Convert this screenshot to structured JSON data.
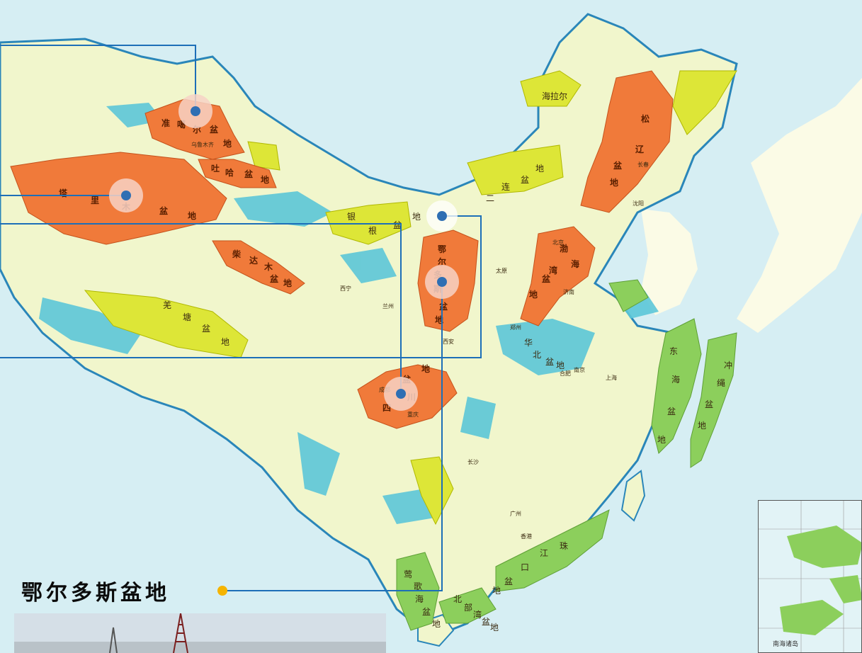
{
  "caption": "鄂尔多斯盆地",
  "colors": {
    "sea": "#d6eef3",
    "land": "#f1f6cc",
    "major_basin": "#f07a3a",
    "yellow_basin": "#dde637",
    "green_basin": "#8ccf5c",
    "cyan_unit": "#5cc7d8",
    "leader_line": "#1d6fb8",
    "marker": "#2f6fb3",
    "caption_dot": "#f5b400"
  },
  "basins": {
    "junggar": [
      "准",
      "噶",
      "尔",
      "盆",
      "地"
    ],
    "tarim": [
      "塔",
      "里",
      "木",
      "盆",
      "地"
    ],
    "ordos": [
      "鄂",
      "尔",
      "多",
      "斯",
      "盆",
      "地"
    ],
    "sichuan": [
      "四",
      "川",
      "盆",
      "地"
    ],
    "songliao": [
      "松",
      "辽",
      "盆",
      "地"
    ],
    "bohai_bay": [
      "渤",
      "海",
      "湾",
      "盆",
      "地"
    ],
    "qaidam": [
      "柴",
      "达",
      "木",
      "盆",
      "地"
    ],
    "qiangtang": [
      "羌",
      "塘",
      "盆",
      "地"
    ],
    "turpan_hami": [
      "吐",
      "哈",
      "盆",
      "地"
    ],
    "erlian": [
      "二",
      "连",
      "盆",
      "地"
    ],
    "yingen": [
      "银",
      "根",
      "盆",
      "地"
    ],
    "hailar": "海拉尔",
    "north_china": [
      "华",
      "北",
      "盆",
      "地"
    ],
    "east_china_sea": [
      "东",
      "海",
      "盆",
      "地"
    ],
    "okinawa": [
      "冲",
      "绳",
      "盆",
      "地"
    ],
    "pearl_river_mouth": [
      "珠",
      "江",
      "口",
      "盆",
      "地"
    ],
    "yinggehai": [
      "莺",
      "歌",
      "海",
      "盆",
      "地"
    ],
    "beibu_gulf": [
      "北",
      "部",
      "湾",
      "盆",
      "地"
    ]
  },
  "cities": [
    "乌鲁木齐",
    "长春",
    "沈阳",
    "西宁",
    "兰州",
    "西安",
    "太原",
    "郑州",
    "南京",
    "上海",
    "成都",
    "重庆",
    "长沙",
    "广州",
    "香港",
    "北京",
    "济南",
    "合肥"
  ],
  "inset_label": "南海诸岛"
}
